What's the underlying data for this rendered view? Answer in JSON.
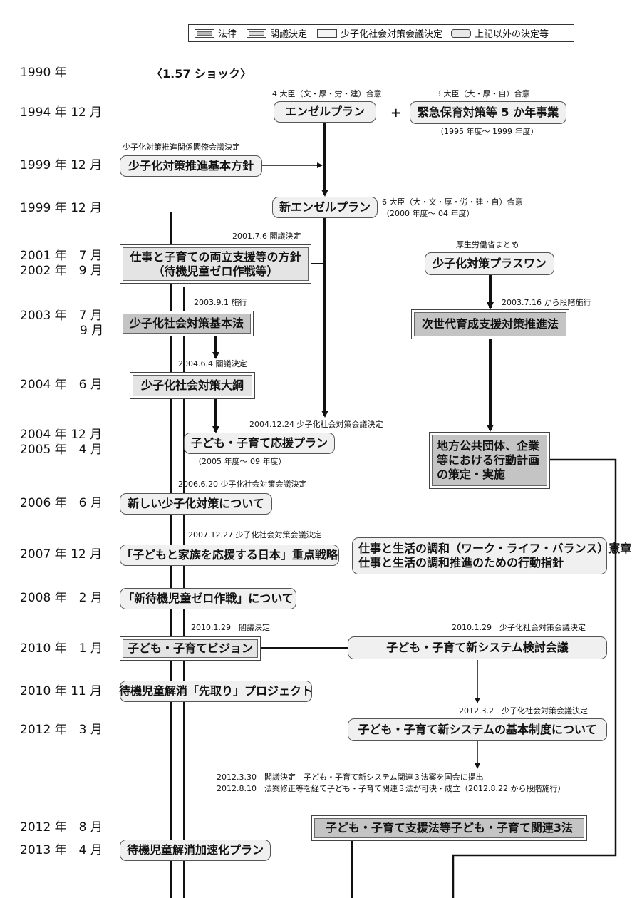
{
  "legend": {
    "law": "法律",
    "cabinet": "閣議決定",
    "council": "少子化社会対策会議決定",
    "other": "上記以外の決定等"
  },
  "years": {
    "y1990": "1990 年",
    "y1994": "1994 年 12 月",
    "y1999a": "1999 年 12 月",
    "y1999b": "1999 年 12 月",
    "y2001": "2001 年　7 月",
    "y2002": "2002 年　9 月",
    "y2003a": "2003 年　7 月",
    "y2003b": "9 月",
    "y2004a": "2004 年　6 月",
    "y2004b": "2004 年 12 月",
    "y2005": "2005 年　4 月",
    "y2006": "2006 年　6 月",
    "y2007": "2007 年 12 月",
    "y2008": "2008 年　2 月",
    "y2010a": "2010 年　1 月",
    "y2010b": "2010 年 11 月",
    "y2012a": "2012 年　3 月",
    "y2012b": "2012 年　8 月",
    "y2013": "2013 年　4 月"
  },
  "shock": "〈1.57 ショック〉",
  "plus": "+",
  "nodes": {
    "angel": "エンゼルプラン",
    "emergency": "緊急保育対策等 5 か年事業",
    "basic_policy": "少子化対策推進基本方針",
    "new_angel": "新エンゼルプラン",
    "balance_policy": "仕事と子育ての両立支援等の方針\n（待機児童ゼロ作戦等）",
    "plus_one": "少子化対策プラスワン",
    "basic_law": "少子化社会対策基本法",
    "next_gen": "次世代育成支援対策推進法",
    "taikou": "少子化社会対策大綱",
    "support_plan": "子ども・子育て応援プラン",
    "local": "地方公共団体、企業\n等における行動計画\nの策定・実施",
    "new_measures": "新しい少子化対策について",
    "japan_strategy": "「子どもと家族を応援する日本」重点戦略",
    "wlb": "仕事と生活の調和（ワーク・ライフ・バランス）憲章\n仕事と生活の調和推進のための行動指針",
    "zero_new": "「新待機児童ゼロ作戦」について",
    "vision": "子ども・子育てビジョン",
    "new_system_council": "子ども・子育て新システム検討会議",
    "sakidori": "待機児童解消「先取り」プロジェクト",
    "new_system_basic": "子ども・子育て新システムの基本制度について",
    "three_laws": "子ども・子育て支援法等子ども・子育て関連3法",
    "acceleration": "待機児童解消加速化プラン"
  },
  "notes": {
    "four_ministers": "4 大臣（文・厚・労・建）合意",
    "three_ministers": "3 大臣（大・厚・自）合意",
    "period_1995": "（1995 年度～ 1999 年度）",
    "council_1999": "少子化対策推進関係閣僚会議決定",
    "six_ministers": "6 大臣（大・文・厚・労・建・自）合意",
    "period_2000": "（2000 年度～ 04 年度）",
    "cab_2001": "2001.7.6 閣議決定",
    "mhlw": "厚生労働省まとめ",
    "enf_2003": "2003.9.1 施行",
    "enf_2003_stage": "2003.7.16 から段階施行",
    "cab_2004": "2004.6.4 閣議決定",
    "council_2004": "2004.12.24 少子化社会対策会議決定",
    "period_2005": "（2005 年度～ 09 年度）",
    "council_2006": "2006.6.20 少子化社会対策会議決定",
    "council_2007": "2007.12.27 少子化社会対策会議決定",
    "cab_2010": "2010.1.29　閣議決定",
    "council_2010": "2010.1.29　少子化社会対策会議決定",
    "council_2012": "2012.3.2　少子化社会対策会議決定",
    "bill_2012a": "2012.3.30　閣議決定　子ども・子育て新システム関連３法案を国会に提出",
    "bill_2012b": "2012.8.10　法案修正等を経て子ども・子育て関連３法が可決・成立（2012.8.22 から段階施行）"
  },
  "colors": {
    "law": "#c4c4c4",
    "cabinet": "#e4e4e4",
    "council": "#f5f5f5",
    "other": "#f0f0f0",
    "line": "#111111"
  }
}
